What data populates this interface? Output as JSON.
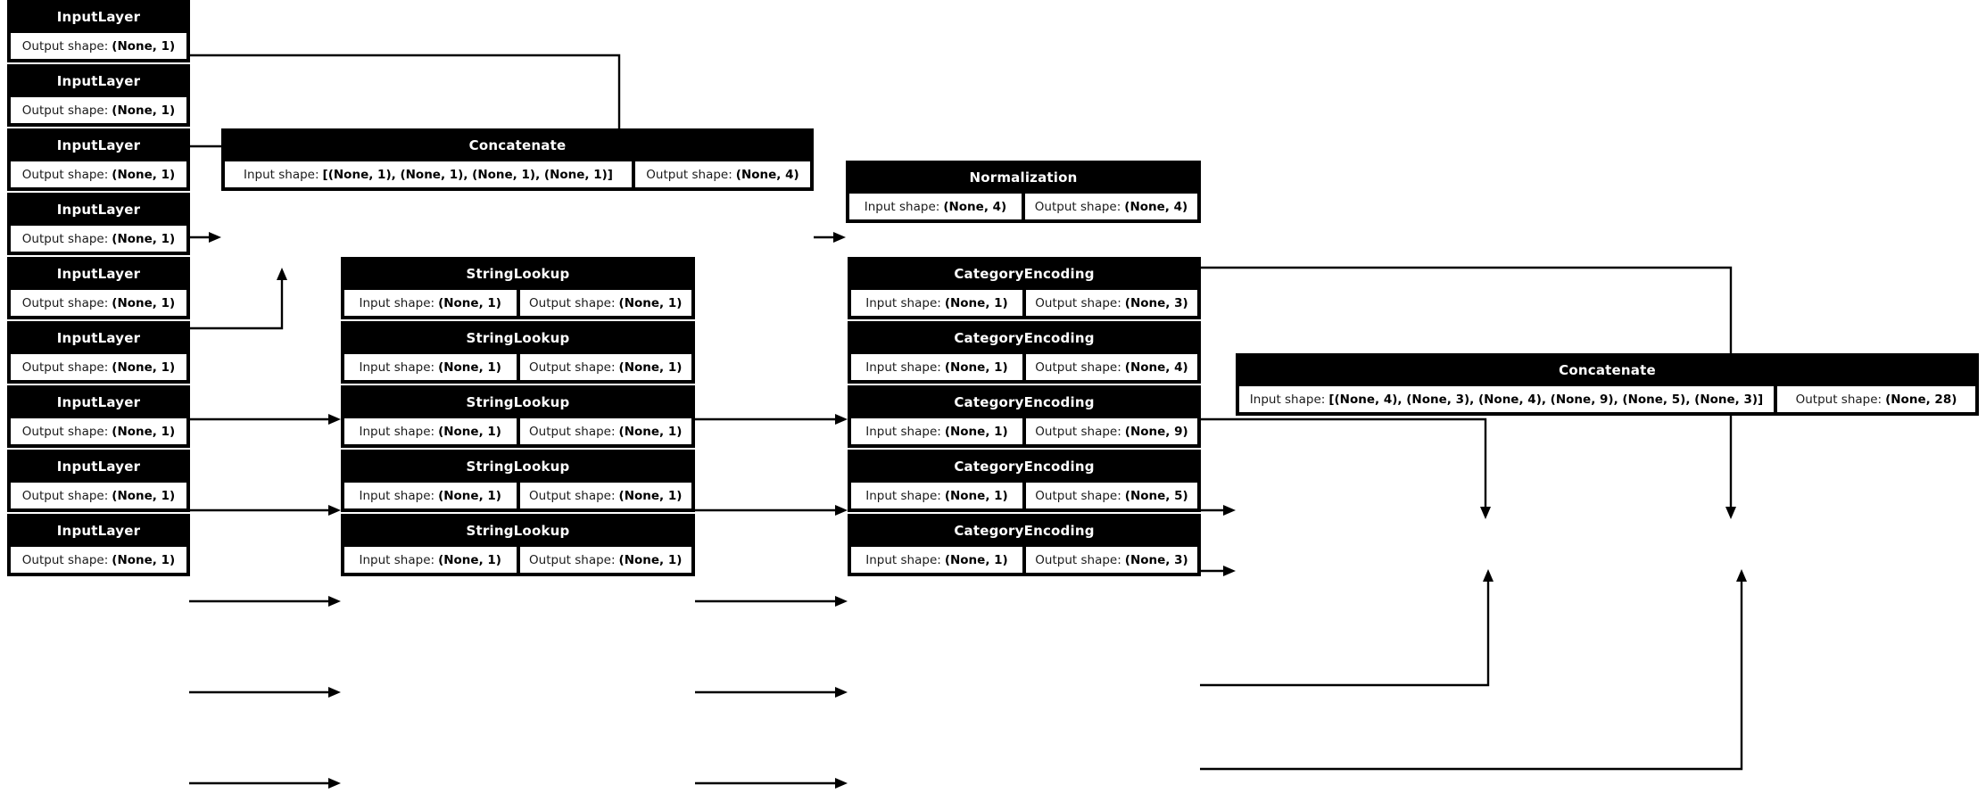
{
  "diagram": {
    "title": "Keras functional model plot",
    "background": "#ffffff",
    "node_header_color": "#000000",
    "node_body_color": "#ffffff",
    "edge_color": "#000000"
  },
  "labels": {
    "input_shape_prefix": "Input shape:",
    "output_shape_prefix": "Output shape:"
  },
  "types": {
    "input_layer": "InputLayer",
    "string_lookup": "StringLookup",
    "category_encoding": "CategoryEncoding",
    "normalization": "Normalization",
    "concatenate": "Concatenate"
  },
  "inputs": [
    {
      "type": "InputLayer",
      "output_shape": "(None, 1)"
    },
    {
      "type": "InputLayer",
      "output_shape": "(None, 1)"
    },
    {
      "type": "InputLayer",
      "output_shape": "(None, 1)"
    },
    {
      "type": "InputLayer",
      "output_shape": "(None, 1)"
    },
    {
      "type": "InputLayer",
      "output_shape": "(None, 1)"
    },
    {
      "type": "InputLayer",
      "output_shape": "(None, 1)"
    },
    {
      "type": "InputLayer",
      "output_shape": "(None, 1)"
    },
    {
      "type": "InputLayer",
      "output_shape": "(None, 1)"
    },
    {
      "type": "InputLayer",
      "output_shape": "(None, 1)"
    }
  ],
  "numeric_branch": {
    "concatenate": {
      "type": "Concatenate",
      "input_shape": "[(None, 1), (None, 1), (None, 1), (None, 1)]",
      "output_shape": "(None, 4)"
    },
    "normalization": {
      "type": "Normalization",
      "input_shape": "(None, 4)",
      "output_shape": "(None, 4)"
    }
  },
  "categorical_branch": {
    "string_lookups": [
      {
        "type": "StringLookup",
        "input_shape": "(None, 1)",
        "output_shape": "(None, 1)"
      },
      {
        "type": "StringLookup",
        "input_shape": "(None, 1)",
        "output_shape": "(None, 1)"
      },
      {
        "type": "StringLookup",
        "input_shape": "(None, 1)",
        "output_shape": "(None, 1)"
      },
      {
        "type": "StringLookup",
        "input_shape": "(None, 1)",
        "output_shape": "(None, 1)"
      },
      {
        "type": "StringLookup",
        "input_shape": "(None, 1)",
        "output_shape": "(None, 1)"
      }
    ],
    "category_encodings": [
      {
        "type": "CategoryEncoding",
        "input_shape": "(None, 1)",
        "output_shape": "(None, 3)"
      },
      {
        "type": "CategoryEncoding",
        "input_shape": "(None, 1)",
        "output_shape": "(None, 4)"
      },
      {
        "type": "CategoryEncoding",
        "input_shape": "(None, 1)",
        "output_shape": "(None, 9)"
      },
      {
        "type": "CategoryEncoding",
        "input_shape": "(None, 1)",
        "output_shape": "(None, 5)"
      },
      {
        "type": "CategoryEncoding",
        "input_shape": "(None, 1)",
        "output_shape": "(None, 3)"
      }
    ]
  },
  "final_concatenate": {
    "type": "Concatenate",
    "input_shape": "[(None, 4), (None, 3), (None, 4), (None, 9), (None, 5), (None, 3)]",
    "output_shape": "(None, 28)"
  }
}
